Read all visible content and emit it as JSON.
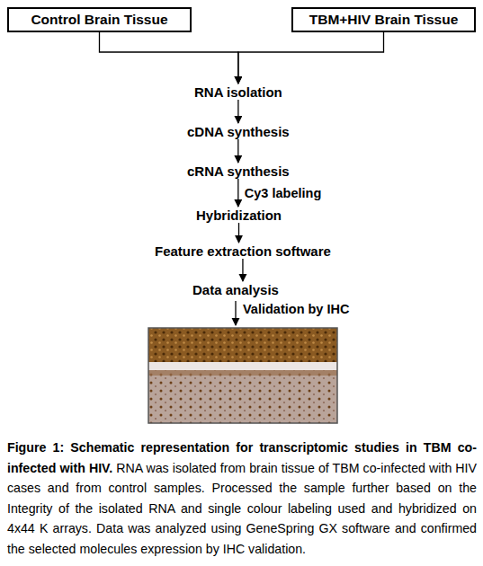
{
  "diagram": {
    "caption": "Figure 1: Schematic representation for transcriptomic studies in TBM co-infected with HIV.",
    "nodes": [
      {
        "text": [
          "Control Brain Tissue"
        ]
      },
      {
        "text": [
          "TBM+HIV Brain Tissue"
        ]
      },
      {
        "text": [
          "RNA isolation"
        ]
      },
      {
        "text": [
          "cDNA synthesis"
        ]
      },
      {
        "text": [
          "cRNA synthesis"
        ]
      },
      {
        "text": [
          "Hybridization"
        ]
      },
      {
        "text": [
          "Feature extraction software"
        ]
      },
      {
        "text": [
          "Data analysis"
        ]
      }
    ],
    "edges": [
      {
        "from": 0,
        "to": 2,
        "arrow": "to"
      },
      {
        "from": 1,
        "to": 2,
        "arrow": "to"
      },
      {
        "from": 2,
        "to": 3,
        "arrow": "to"
      },
      {
        "from": 3,
        "to": 4,
        "arrow": "to"
      },
      {
        "from": 4,
        "to": 5,
        "label": "Cy3 labeling",
        "arrow": "to"
      },
      {
        "from": 5,
        "to": 6,
        "arrow": "to"
      },
      {
        "from": 6,
        "to": 7,
        "arrow": "to"
      }
    ],
    "labels": [
      "Validation by IHC",
      "RNA was isolated from brain tissue of TBM co-infected with HIV cases and from control samples. Processed the sample further based on the Integrity of the isolated RNA and single colour labeling used and hybridized on 4x44 K arrays. Data was analyzed using GeneSpring GX software and confirmed the selected molecules expression by IHC validation."
    ]
  }
}
